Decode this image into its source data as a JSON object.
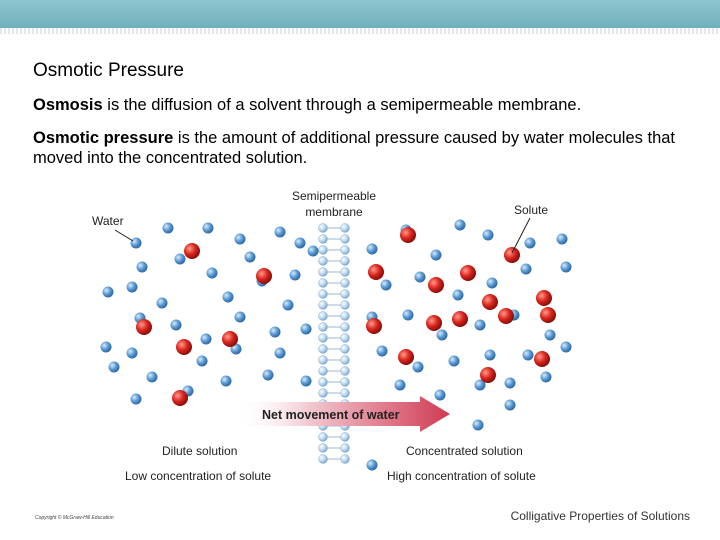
{
  "slide": {
    "title": "Osmotic Pressure",
    "osmosis_term": "Osmosis",
    "osmosis_def": " is the diffusion of a solvent through a semipermeable membrane.",
    "pressure_term": "Osmotic pressure",
    "pressure_def": " is the amount of additional pressure caused by water molecules that moved into the concentrated solution."
  },
  "diagram": {
    "water_label": "Water",
    "solute_label": "Solute",
    "membrane_label_line1": "Semipermeable",
    "membrane_label_line2": "membrane",
    "arrow_label": "Net movement of water",
    "left_label": "Dilute solution",
    "left_sublabel": "Low concentration of solute",
    "right_label": "Concentrated solution",
    "right_sublabel": "High concentration of solute"
  },
  "colors": {
    "water": "#5b9bd5",
    "solute": "#d9251d",
    "arrow": "#d03a52",
    "header": "#7ab8c4"
  },
  "footer": {
    "copyright": "Copyright © McGraw-Hill Education",
    "course": "Colligative Properties of Solutions"
  }
}
